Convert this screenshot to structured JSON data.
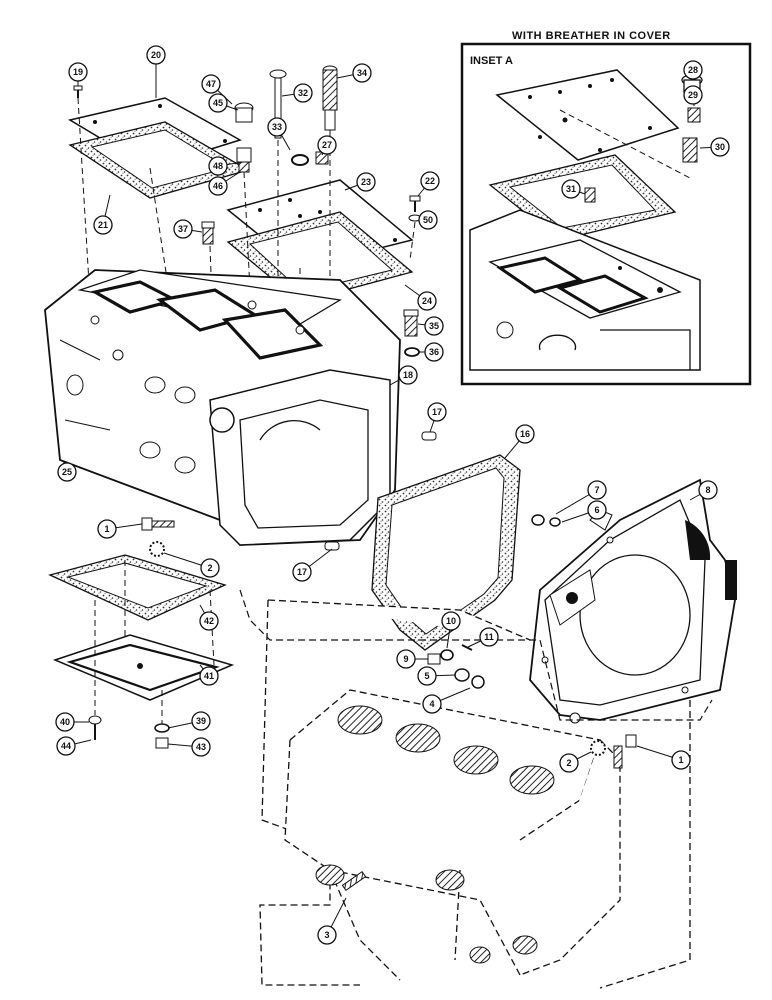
{
  "inset": {
    "header": "WITH BREATHER IN COVER",
    "label": "INSET A",
    "callouts": [
      "28",
      "29",
      "30",
      "31"
    ]
  },
  "callouts": [
    "19",
    "20",
    "47",
    "45",
    "32",
    "34",
    "33",
    "27",
    "23",
    "22",
    "50",
    "21",
    "48",
    "46",
    "37",
    "24",
    "35",
    "36",
    "18",
    "17",
    "16",
    "25",
    "1",
    "2",
    "7",
    "6",
    "8",
    "42",
    "17",
    "41",
    "10",
    "11",
    "9",
    "5",
    "4",
    "40",
    "44",
    "39",
    "43",
    "2",
    "1",
    "3"
  ],
  "colors": {
    "ink": "#111111",
    "paper": "#ffffff",
    "gasket": "#555555"
  }
}
